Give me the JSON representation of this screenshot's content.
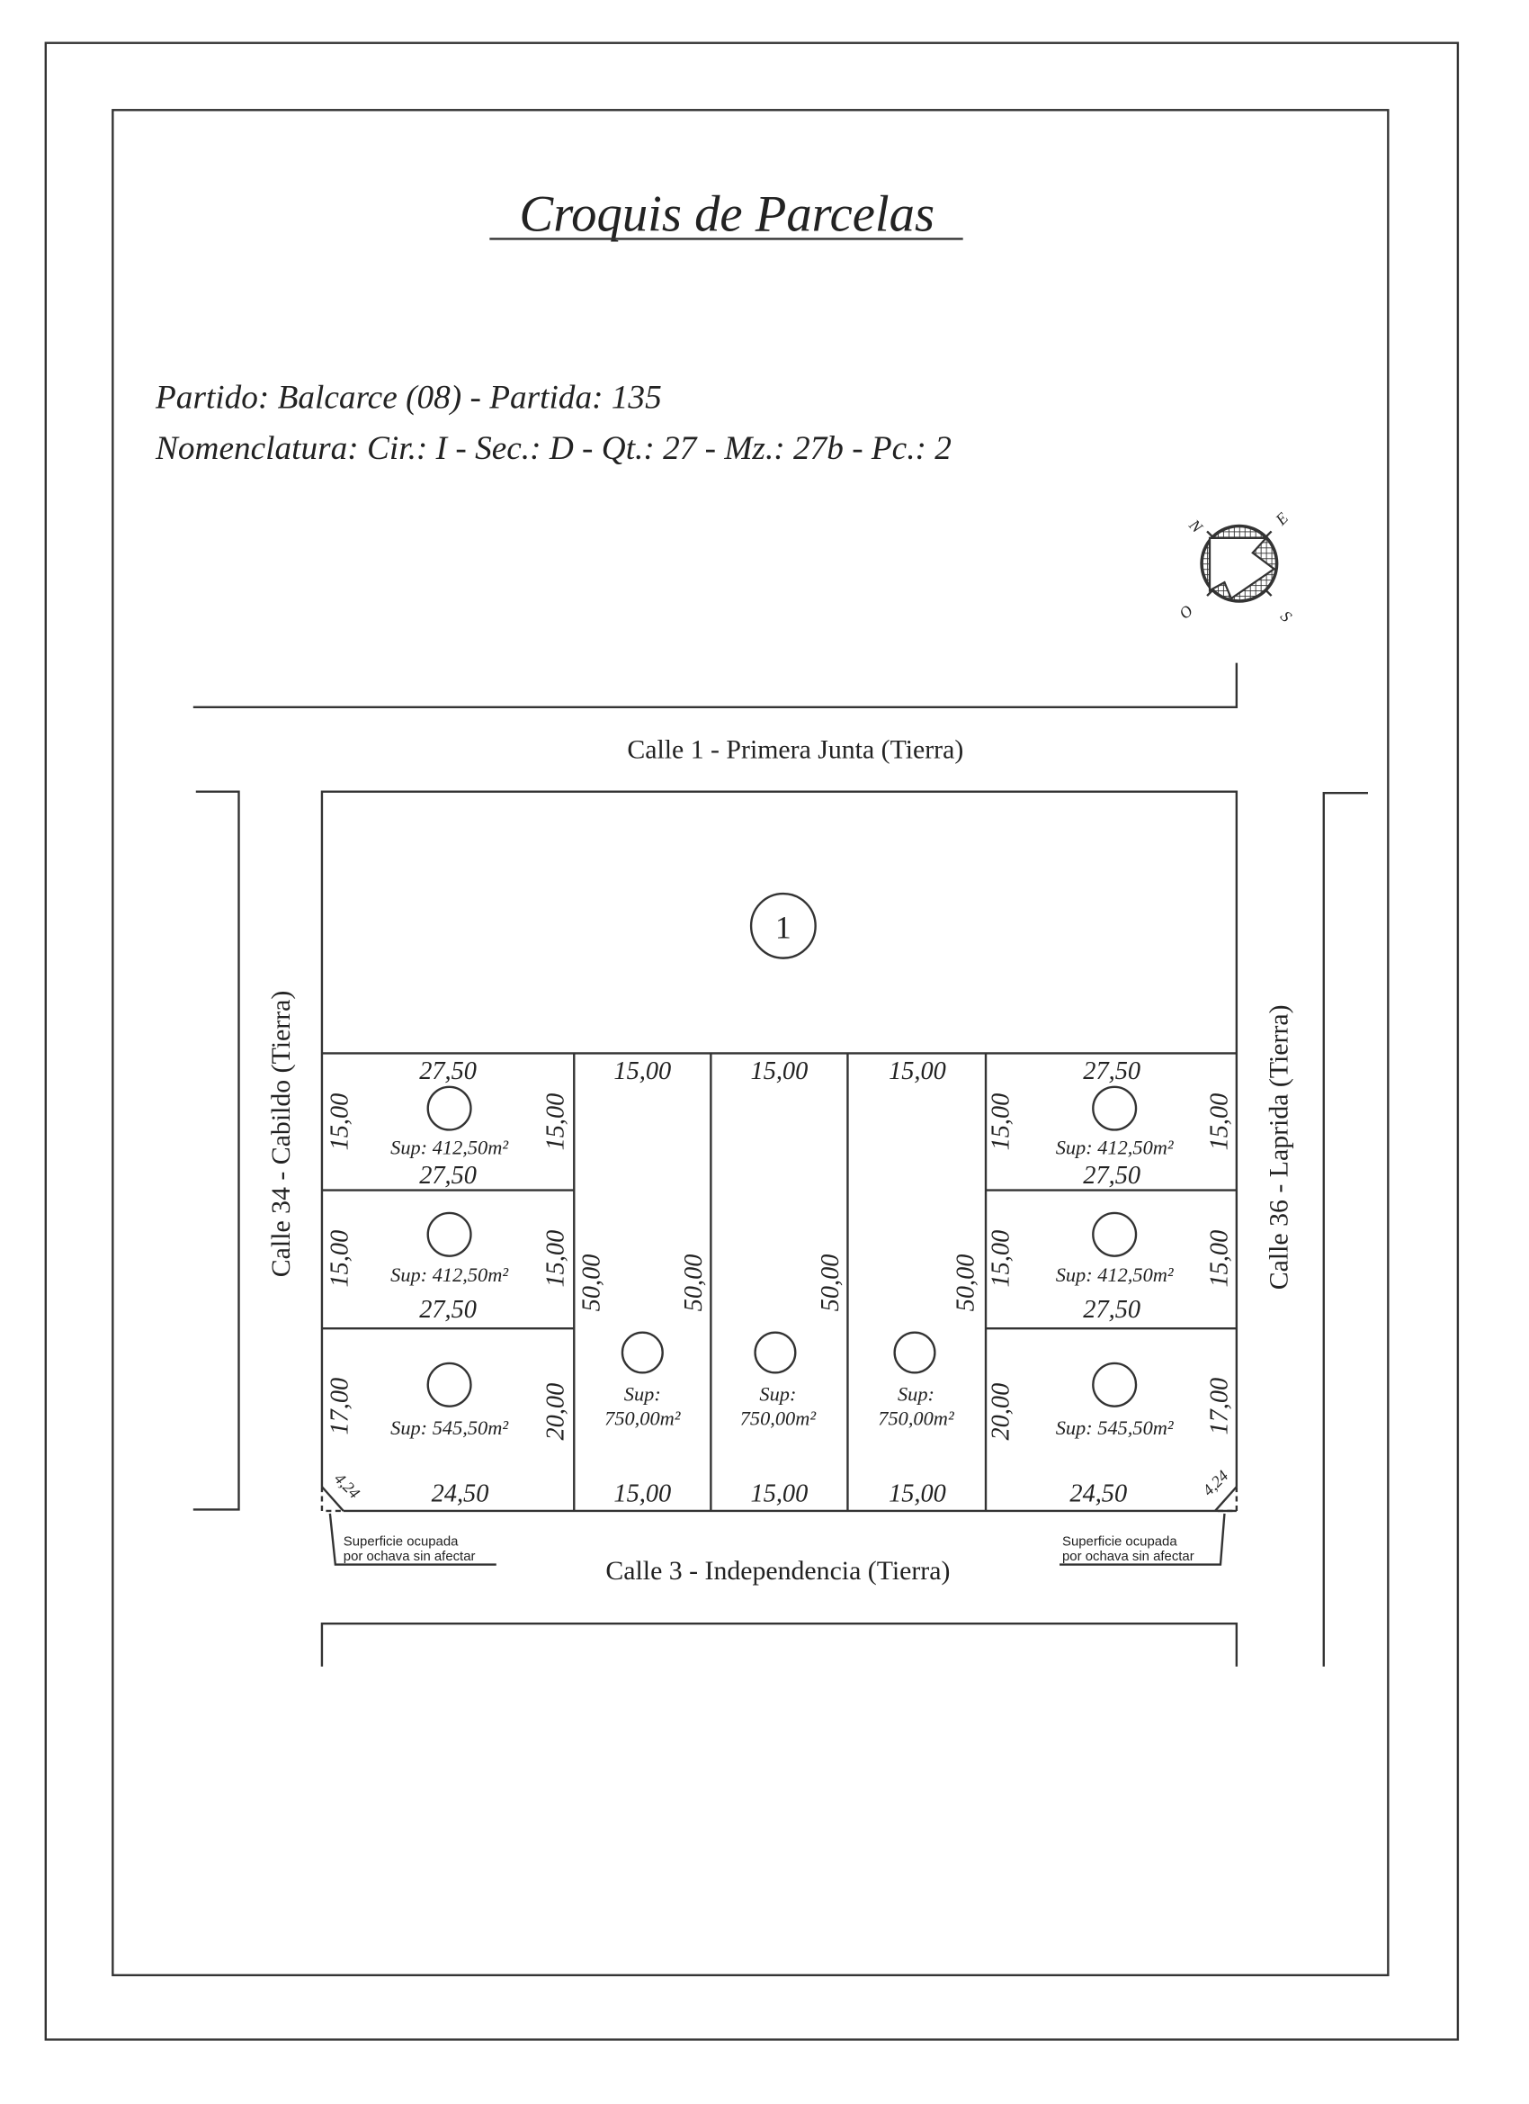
{
  "title": "Croquis de Parcelas",
  "header": {
    "line1": "Partido: Balcarce (08) - Partida: 135",
    "line2": "Nomenclatura: Cir.: I - Sec.: D - Qt.: 27 - Mz.: 27b - Pc.: 2"
  },
  "compass": {
    "n": "N",
    "e": "E",
    "s": "S",
    "o": "O"
  },
  "streets": {
    "top": "Calle 1 - Primera Junta (Tierra)",
    "left": "Calle 34 - Cabildo (Tierra)",
    "right": "Calle 36 - Laprida (Tierra)",
    "bottom": "Calle 3 - Independencia (Tierra)"
  },
  "parcel1": {
    "number": "1"
  },
  "dims": {
    "d2750": "27,50",
    "d1500": "15,00",
    "d1700": "17,00",
    "d2000": "20,00",
    "d2450": "24,50",
    "d5000": "50,00",
    "d424": "4,24"
  },
  "areas": {
    "small": "Sup: 412,50m²",
    "corner": "Sup: 545,50m²",
    "mid_label": "Sup:",
    "mid_value": "750,00m²"
  },
  "note": {
    "line1": "Superficie ocupada",
    "line2": "por ochava sin afectar"
  }
}
